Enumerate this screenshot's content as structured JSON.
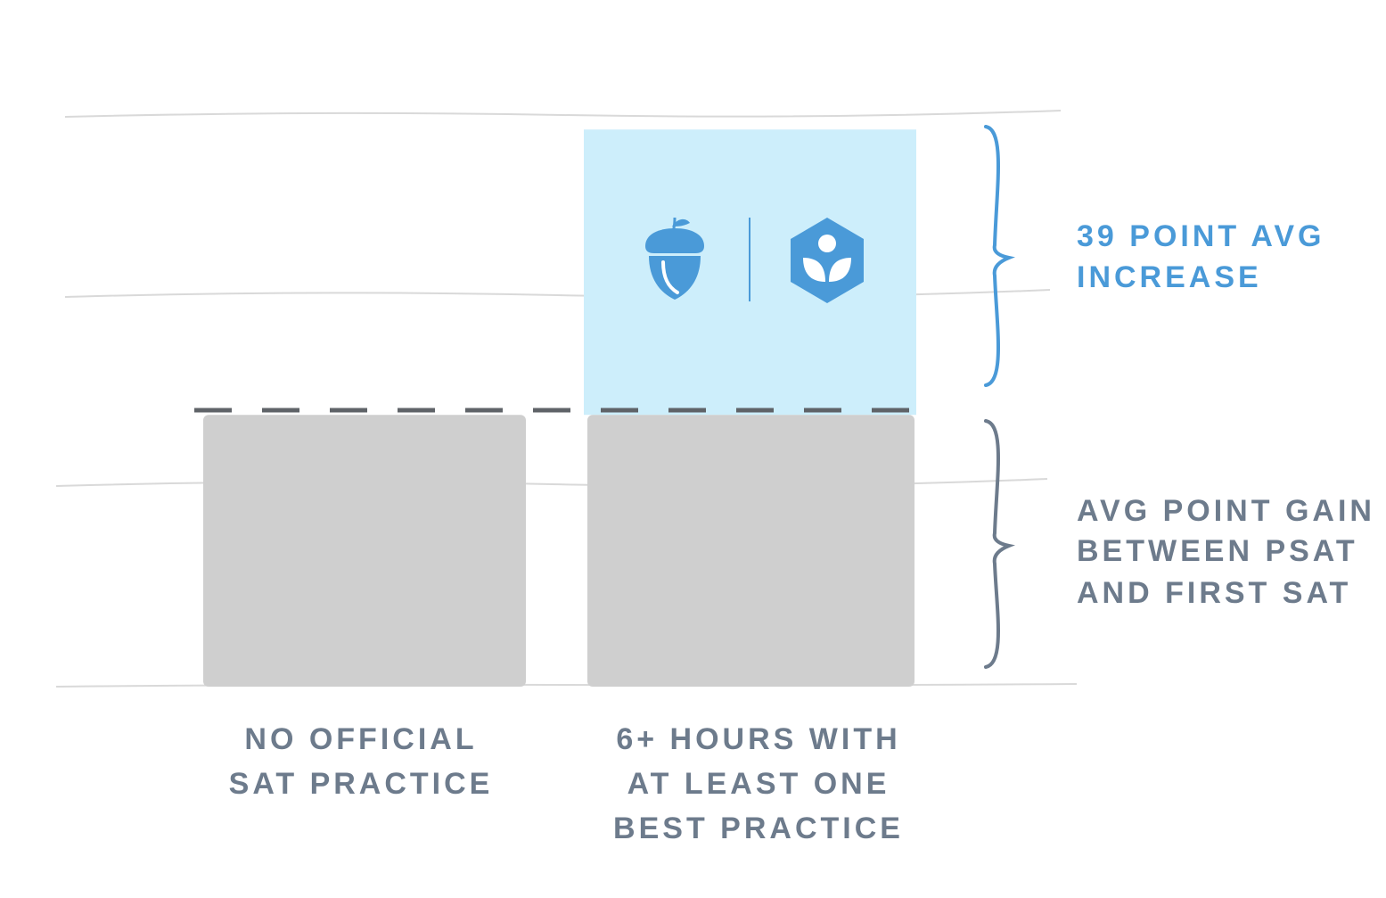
{
  "chart_data": {
    "type": "bar",
    "stacked": true,
    "categories": [
      {
        "lines": [
          "NO OFFICIAL",
          "SAT PRACTICE"
        ]
      },
      {
        "lines": [
          "6+ HOURS WITH",
          "AT LEAST ONE",
          "BEST PRACTICE"
        ]
      }
    ],
    "series": [
      {
        "name": "AVG POINT GAIN BETWEEN PSAT AND FIRST SAT",
        "values": [
          1,
          1
        ]
      },
      {
        "name": "39 POINT AVG INCREASE",
        "values": [
          0,
          1.05
        ]
      }
    ],
    "ylim": [
      0,
      2.1
    ],
    "grid": true,
    "annotations": {
      "increase": {
        "lines": [
          "39 POINT AVG",
          "INCREASE"
        ],
        "color": "#4a9ad8"
      },
      "baseline_gain": {
        "lines": [
          "AVG POINT GAIN",
          "BETWEEN PSAT",
          "AND FIRST SAT"
        ],
        "color": "#6d7b8c"
      }
    },
    "logos": [
      "acorn-icon",
      "leaf-hexagon-icon"
    ]
  },
  "colors": {
    "gray_bar": "#cfcfcf",
    "blue_bar": "#cdeefb",
    "accent_blue": "#4a9ad8",
    "label_gray": "#6d7b8c",
    "dash": "#5f6368",
    "grid": "#d9d9d9"
  }
}
